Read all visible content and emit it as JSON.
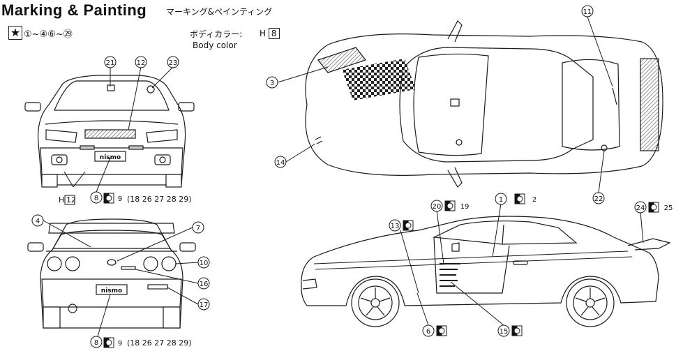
{
  "title": "Marking & Painting",
  "title_jp": "マーキング&ペインティング",
  "star_icon": "★",
  "star_range": "①~④⑥~㉙",
  "body_color": {
    "label_jp": "ボディカラー:",
    "code_prefix": "H",
    "code_num": "8",
    "label_en": "Body color"
  },
  "front_view": {
    "callouts": [
      "21",
      "12",
      "23",
      "8",
      "9"
    ],
    "paint_prefix": "H",
    "paint_num": "12",
    "alt_list": "(18 26 27 28 29)"
  },
  "rear_view": {
    "callouts": [
      "4",
      "7",
      "10",
      "16",
      "17",
      "8",
      "9"
    ],
    "alt_list": "(18 26 27 28 29)"
  },
  "top_view": {
    "callouts": [
      "3",
      "14",
      "11",
      "22"
    ]
  },
  "side_view": {
    "callouts": [
      "13",
      "20",
      "19",
      "1",
      "2",
      "24",
      "25",
      "6",
      "15"
    ]
  },
  "colors": {
    "line": "#1a1a1a",
    "hatch": "#555555",
    "fill_light": "#ffffff"
  }
}
